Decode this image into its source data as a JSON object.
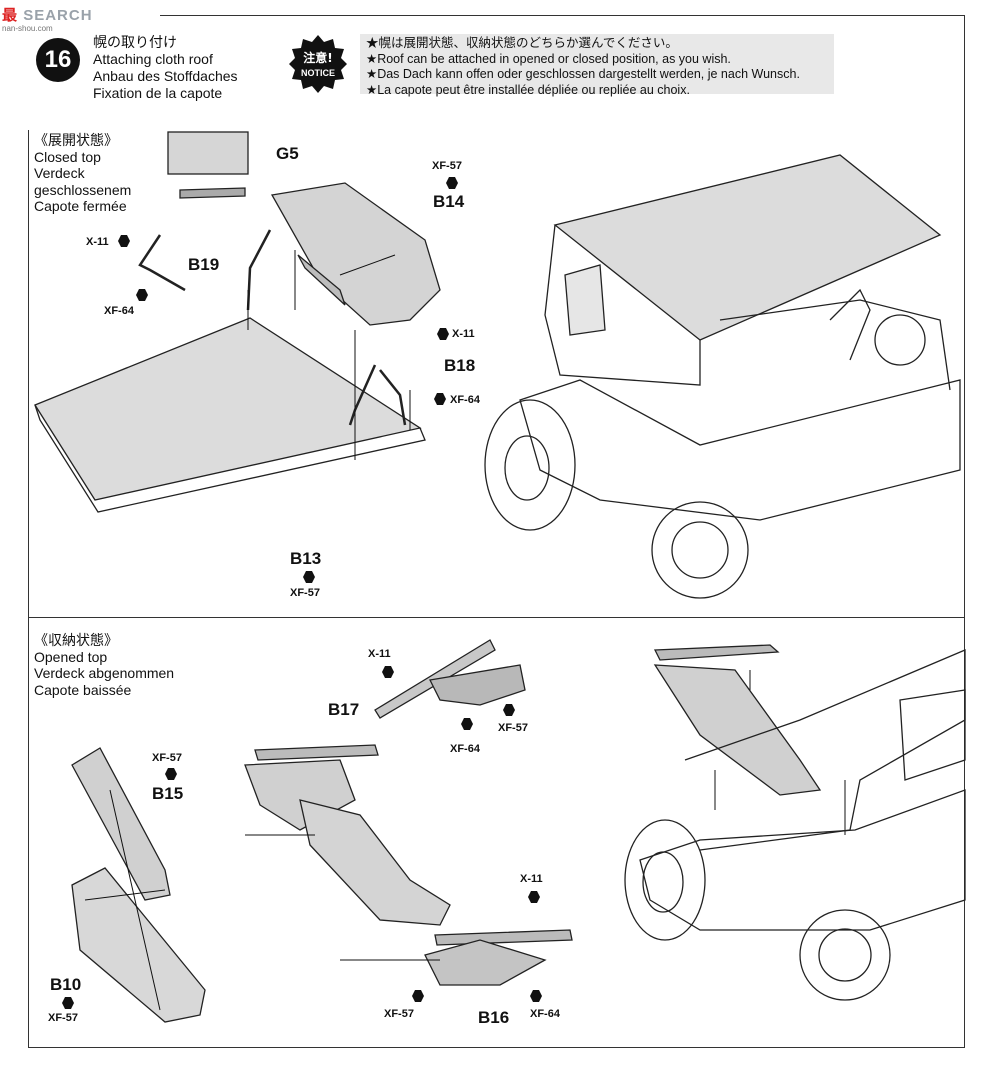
{
  "watermark": {
    "prefix": "最",
    "brand": "SEARCH",
    "sub": "nan-shou.com"
  },
  "step": {
    "number": "16",
    "title_jp": "幌の取り付け",
    "title_en": "Attaching cloth roof",
    "title_de": "Anbau des Stoffdaches",
    "title_fr": "Fixation de la capote"
  },
  "notice": {
    "badge_jp": "注意!",
    "badge_en": "NOTICE",
    "lines": [
      "★幌は展開状態、収納状態のどちらか選んでください。",
      "★Roof can be attached in opened or closed position, as you wish.",
      "★Das Dach kann offen oder geschlossen dargestellt werden, je nach Wunsch.",
      "★La capote peut être installée dépliée ou repliée au choix."
    ]
  },
  "closed_section": {
    "jp": "《展開状態》",
    "en": "Closed top",
    "de1": "Verdeck",
    "de2": "geschlossenem",
    "fr": "Capote fermée"
  },
  "opened_section": {
    "jp": "《収納状態》",
    "en": "Opened top",
    "de": "Verdeck abgenommen",
    "fr": "Capote baissée"
  },
  "parts": {
    "g5": "G5",
    "b14": "B14",
    "b19": "B19",
    "b18": "B18",
    "b13": "B13",
    "b17": "B17",
    "b15": "B15",
    "b10": "B10",
    "b16": "B16"
  },
  "paints": {
    "xf57": "XF-57",
    "x11": "X-11",
    "xf64": "XF-64"
  }
}
